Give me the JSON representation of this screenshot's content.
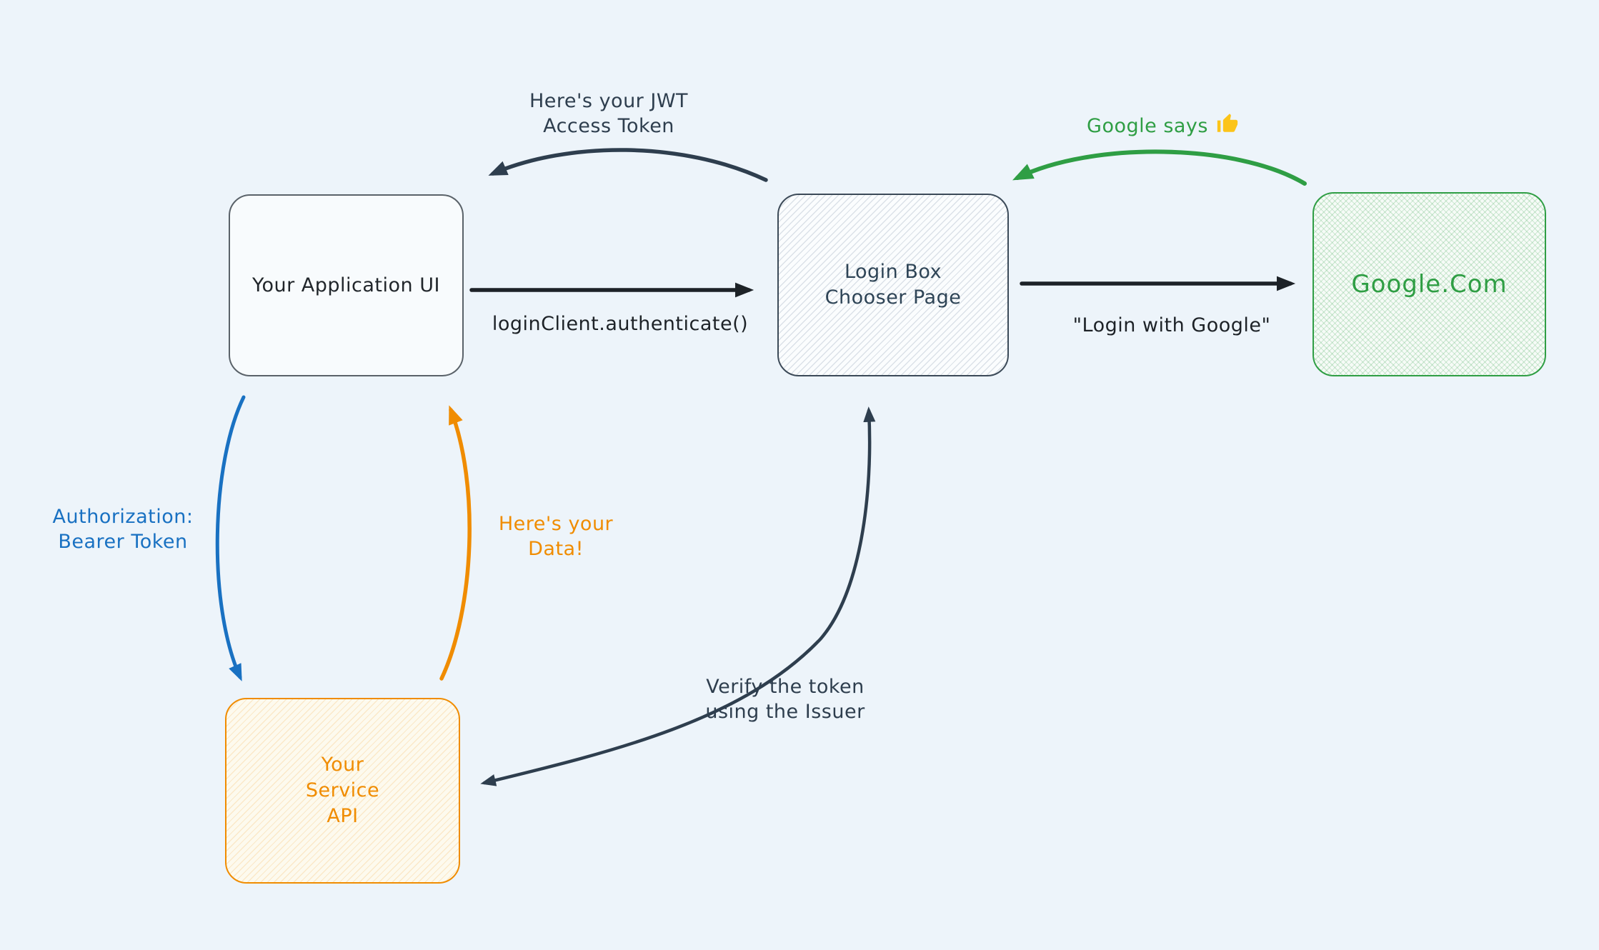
{
  "canvas": {
    "background": "#edf4fa",
    "type": "authentication-flow-diagram"
  },
  "colors": {
    "ink_slate": "#2e3e4e",
    "ink_black": "#1d2227",
    "green": "#2f9e44",
    "blue": "#1971c2",
    "orange": "#f08c00",
    "app_box_border": "#5a6269",
    "login_box_fill": "#fbfdfe",
    "google_fill": "#f6fbf7",
    "service_fill": "#fdfaee"
  },
  "nodes": {
    "app_ui": {
      "label": "Your Application UI"
    },
    "login_box": {
      "line1": "Login Box",
      "line2": "Chooser Page"
    },
    "google": {
      "label": "Google.Com"
    },
    "service_api": {
      "line1": "Your",
      "line2": "Service",
      "line3": "API"
    }
  },
  "edge_labels": {
    "jwt": {
      "line1": "Here's your JWT",
      "line2": "Access Token"
    },
    "authenticate": {
      "text": "loginClient.authenticate()"
    },
    "google_says": {
      "text": "Google says",
      "emoji": "👍"
    },
    "login_with_google": {
      "text": "\"Login with Google\""
    },
    "authorization": {
      "line1": "Authorization:",
      "line2": "Bearer Token"
    },
    "data": {
      "line1": "Here's your",
      "line2": "Data!"
    },
    "verify": {
      "line1": "Verify the token",
      "line2": "using the Issuer"
    }
  }
}
